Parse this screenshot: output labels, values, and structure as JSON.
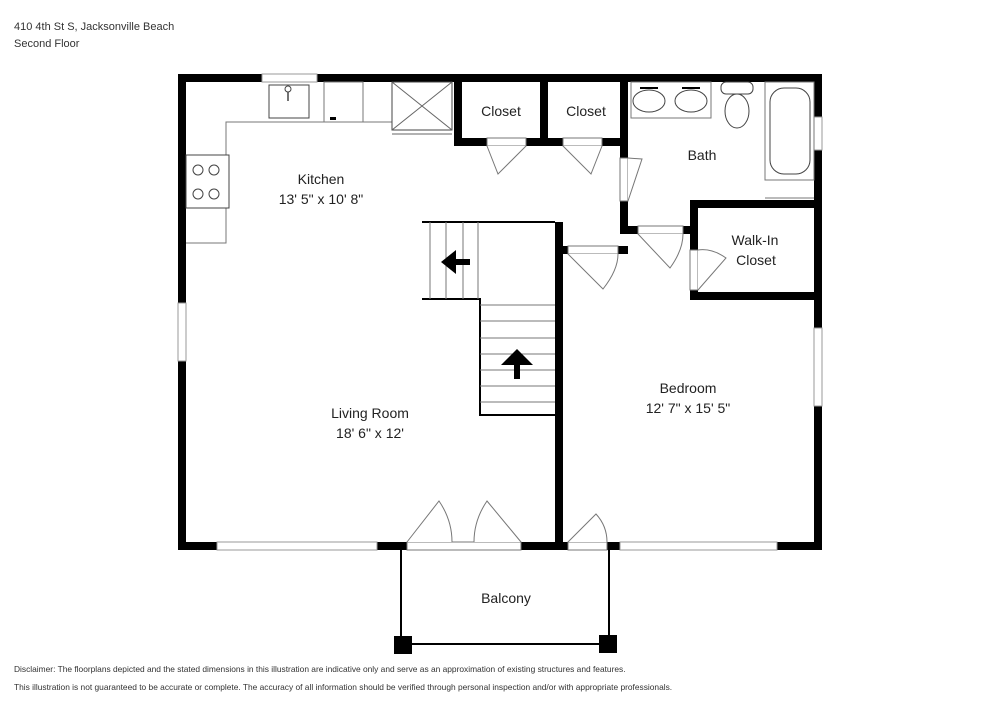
{
  "header": {
    "address": "410 4th St S, Jacksonville Beach",
    "floor": "Second Floor"
  },
  "rooms": {
    "kitchen": {
      "name": "Kitchen",
      "dims": "13' 5\" x 10' 8\""
    },
    "living_room": {
      "name": "Living Room",
      "dims": "18' 6\" x 12'"
    },
    "closet_1": {
      "name": "Closet"
    },
    "closet_2": {
      "name": "Closet"
    },
    "bath": {
      "name": "Bath"
    },
    "walk_in_closet": {
      "name_line1": "Walk-In",
      "name_line2": "Closet"
    },
    "bedroom": {
      "name": "Bedroom",
      "dims": "12' 7\" x 15' 5\""
    },
    "balcony": {
      "name": "Balcony"
    }
  },
  "disclaimer": {
    "line1": "Disclaimer: The floorplans depicted and the stated dimensions in this illustration are indicative only and serve as an approximation of existing structures and features.",
    "line2": "This illustration is not guaranteed to be accurate or complete. The accuracy of all information should be verified through personal inspection and/or with appropriate professionals."
  }
}
